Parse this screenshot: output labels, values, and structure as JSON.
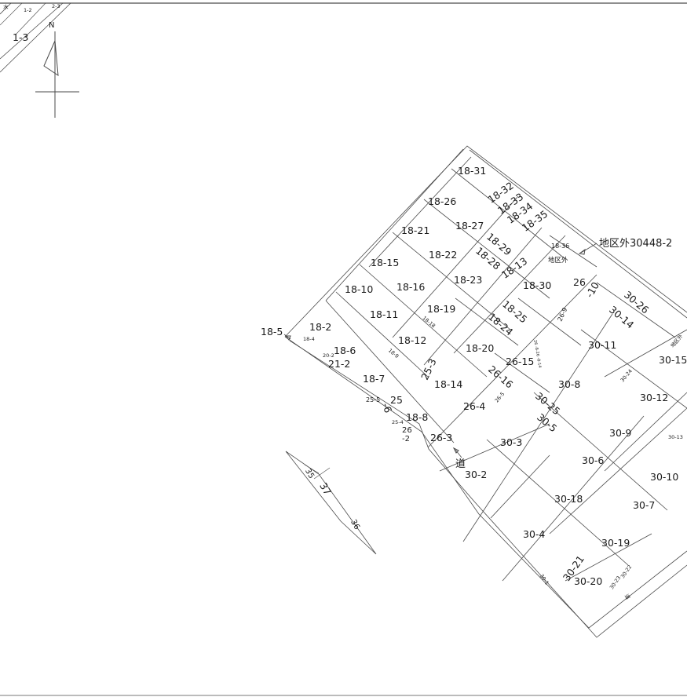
{
  "map": {
    "north_label": "N",
    "road_label": "道",
    "outside_label": "地区外",
    "outside_parcel_label": "地区外30448-2",
    "corner_labels": [
      "水",
      "1-2",
      "2-3",
      "1-3"
    ],
    "parcels_large": [
      "18-31",
      "18-32",
      "18-33",
      "18-34",
      "18-35",
      "18-26",
      "18-27",
      "18-21",
      "18-22",
      "18-29",
      "18-28",
      "18-13",
      "18-23",
      "18-15",
      "18-16",
      "18-10",
      "18-11",
      "18-19",
      "18-12",
      "18-2",
      "18-5",
      "18-6",
      "21-2",
      "18-7",
      "18-14",
      "25-3",
      "18-30",
      "26",
      "-10",
      "18-25",
      "18-24",
      "18-20",
      "26-15",
      "26-16",
      "26-4",
      "25",
      "-6",
      "18-8",
      "26",
      "-2",
      "26-3",
      "30-2",
      "30-3",
      "30-25",
      "30-5",
      "30-8",
      "30-11",
      "30-26",
      "30-14",
      "30-15",
      "30-12",
      "30-9",
      "30-6",
      "30-10",
      "30-7",
      "30-18",
      "30-19",
      "30-4",
      "30-21",
      "30-20",
      "35",
      "37",
      "36"
    ],
    "parcels_small": [
      "18-36",
      "18-4",
      "20-2",
      "18-18",
      "18-9",
      "25-5",
      "25-4",
      "26-9",
      "26 -8-26 -8-14",
      "26-5",
      "30-24",
      "30-13",
      "30-1",
      "30-23",
      "30-22",
      "道",
      "地区外"
    ]
  }
}
